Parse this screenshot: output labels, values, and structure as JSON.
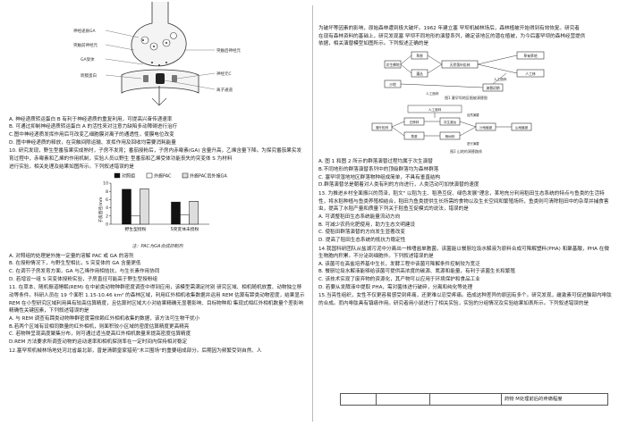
{
  "left": {
    "synapse_labels": {
      "a": "神经递质GA",
      "b": "突触前神经元",
      "c": "GA受体",
      "d": "跨膜蛋白",
      "e": "突触后神经元",
      "f": "神经元C",
      "g": "离子通道"
    },
    "q9_opts": [
      "A. 神经递质转运蛋白 B 有利于神经递质的重复利用，可提高兴奋传递速率",
      "B. 可通过抑制神经递质转运蛋白 A 的活性来对注意力缺陷多动障碍进行治疗",
      "C.图中神经递质发挥作用后可改变乙细胞膜对离子的通透性，使膜电位改变",
      "D. 图中神经递质的释放，在突触间隙运输、发挥作用及回收均需要消耗能量"
    ],
    "q10_stem": [
      "10. 研究发现，野生型番茄果实成熟时，子房不发育；番茄授粉后，子房内赤霉素(GA) 含量升高，乙烯含量下降。为探究番茄果实发育过程中，赤霉素和乙烯的作用机制，实验人员以野生    型番茄和乙烯受体功能丧失的突变体 S 为材料",
      "进行实验，相关处理及结果如图所示。下列叙述错误的是"
    ],
    "q10_opts": [
      "A. 对照组的处理是外施一定量的溶解 PAC 或 GA 的溶剂",
      "B. 在授粉情况下，与野生型相比，S 突变体的 GA 含量更低",
      "C. 在调节子房发育方面，GA 与乙烯作用相拮抗，与生长素作用协同",
      "D. 若增设一组 S 突变体授粉实验，子房直径可能高于野生型授粉组"
    ],
    "q11_stem": "11. 在草本、随机振道睡眠(REM) 在中前类动物种群密度调查中得到应用，该模型需满足时别 研究区域、相机随机放置、动物独立移动等条件。科研人员在 19 个面积 1.15-10.46 km² 的森林区域，利用红外相机收集数据并运用 REM 估算有蹄类动物密度，结果显示 REM 在小型研究区域利用具有较高估算精度，且估算时区域大小对结果精确无显著影响、目标物种和 集现式相红外相机数量个差影响精确性关键因素，下列叙述错误的是",
    "q11_opts": [
      "A. 与 REM 调查有蹄类动物种群密度需依赖红外相机收集的数据，该方法可生物干扰小",
      "B.若两个区域有设相同数量的红外相机，则面积较小区域的密度估算精度更高精亮",
      "C. 若物种呈现高度聚集分布，则可通过适当提高红外相机数量来提高密度估算精度",
      "D.REM 方法要求所调查动物的运动速率和相机探测率在一定时间内保持相对稳定"
    ],
    "q12_stem": "12.塞罕坝机械林场地处河北省最北部，曾是清朝皇家猎苑\"木兰围场\"的重要组成部分。后期因为频繁受到自然、人"
  },
  "chart": {
    "legend": [
      "对照组",
      "外施PAC",
      "外施PAC后外施GA"
    ],
    "ylabel": "子房直径/mm",
    "yticks": [
      "0",
      "2",
      "4",
      "6",
      "8",
      "10"
    ],
    "caption": "注：PAC为GA合成抑制剂",
    "chart_data": {
      "type": "bar",
      "categories": [
        "野生型授粉",
        "S突变体未授粉"
      ],
      "series": [
        {
          "name": "对照组",
          "values": [
            8.5,
            5.4
          ]
        },
        {
          "name": "外施PAC",
          "values": [
            2.0,
            2.3
          ]
        },
        {
          "name": "外施PAC后外施GA",
          "values": [
            8.6,
            5.6
          ]
        }
      ],
      "ylim": [
        0,
        10
      ],
      "ylabel": "子房直径/mm"
    }
  },
  "right": {
    "q12_cont": [
      "为破坏等因素的影响，原始森林遭到极大破坏。1962 年建立塞 罕坝机械林场后，森林植被开始得到有效恢复。研究者",
      "在现有森林资料的基础上，研究发现塞 罕坝不同地形的演替系列，确定该地区的潜在植被，为今后塞罕坝的森林经营提供",
      "依据，相关演替模型如图所示。下列叙述正确的是"
    ],
    "fig1": {
      "boxes": [
        "次生裸地",
        "沙地",
        "草原",
        "灌丛",
        "天然落叶松林",
        "人工林",
        "草甸草地",
        "演替初期"
      ],
      "labels": [
        "人工造林",
        "人工造林"
      ],
      "caption": "图1 塞罕坝地区植被演替图"
    },
    "fig2": {
      "boxes": [
        "落叶松林",
        "白桦林",
        "草原",
        "次生灌丛",
        "杨树林",
        "沙地植被",
        "山地植被"
      ],
      "labels": [
        "人工造林",
        "自然演替",
        "进行演替"
      ],
      "caption": "图2 山地的演替路线"
    },
    "q12_opts": [
      "A. 图 1 和图 2 所示的群落演替过程均属于次生演替",
      "B.不同地形的群落演替系列中的顶级群落均为森林群落",
      "C. 塞罕坝湿地地区群落物种组成简单，不具有垂直结构",
      "D.群落演替总是朝着对人类有利的方向进行，人类活动可加快演替的速度"
    ],
    "q13_stem": "13. 为推进乡村全面振兴的菏泽，稻文\" 以稻为主、稻渔互促、绿色发展\"理念，某地充分利用稻田生态系统的特点与鱼类的生活特性，将水稻种植与鱼类养殖相结合，稻田为鱼类提供生长所需的食物以及生长空间和繁殖场所，鱼类则可清除稻田中的杂草并捕食害虫，提高了水稻产量和质量下列关于稻鱼互促模式的说法，错误的是",
    "q13_opts": [
      "A. 可调整稻田生态系统能量流动方向",
      "B. 可减少农药化肥使用，助力生态文明建设",
      "C. 使稻田群落演替的方向发生显著改变",
      "D. 提高了稻田生态系统的抵抗力稳定性"
    ],
    "q14_stem": "14.我国科研团队从盐湖污泥中分离出一株嗜盐单胞菌，该菌能以餐厨垃圾水解液为原料合成可降解塑料(PHA) 和聚基酸，PHA 在微生物胞内积累。不分泌到细胞外。下列叙述错误的是",
    "q14_opts": [
      "A. 该菌可在高盐培养基中生长，发酵工程中该菌可降解条件控制较为宽泛",
      "B. 餐厨垃圾水解液能够给该菌可提供高浓度的碳源、氮源和能量，有利于该菌生长和繁殖",
      "C. 该技术实现了废弃物的资源化，其产物可以应用于环境保护和食品工业",
      "D. 若要从发酵液中提取 PHA，需对菌体进行破碎，分离和纯化等处理"
    ],
    "q15_stem": "15.当亮性组织，女性不仅更容易感受到疼痛，还更难以忍受疼痛。造成这种差异的原因有多个。研究发现，雌激素可促进脑部内啡肽的合成。而内啡肽具有镇痛作用。研究者用小鼠进行了相关实验，实验的分组情况及实验结果如表所示。下列叙述错误的是",
    "table_cell": "药物 M处理前后的疼痛程度"
  }
}
